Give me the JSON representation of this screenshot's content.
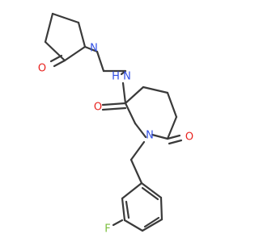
{
  "atoms": {
    "o_pyrrolidinone": {
      "label": "O",
      "color": "#e8231f"
    },
    "n_pyrrolidinone": {
      "label": "N",
      "color": "#3150e6"
    },
    "n_amide": {
      "label": "N",
      "color": "#3150e6"
    },
    "h_amide": {
      "label": "H",
      "color": "#3150e6"
    },
    "o_amide": {
      "label": "O",
      "color": "#e8231f"
    },
    "o_piperidinone": {
      "label": "O",
      "color": "#e8231f"
    },
    "n_piperidinone": {
      "label": "N",
      "color": "#3150e6"
    },
    "f_fluoro": {
      "label": "F",
      "color": "#7bbf3e"
    }
  }
}
